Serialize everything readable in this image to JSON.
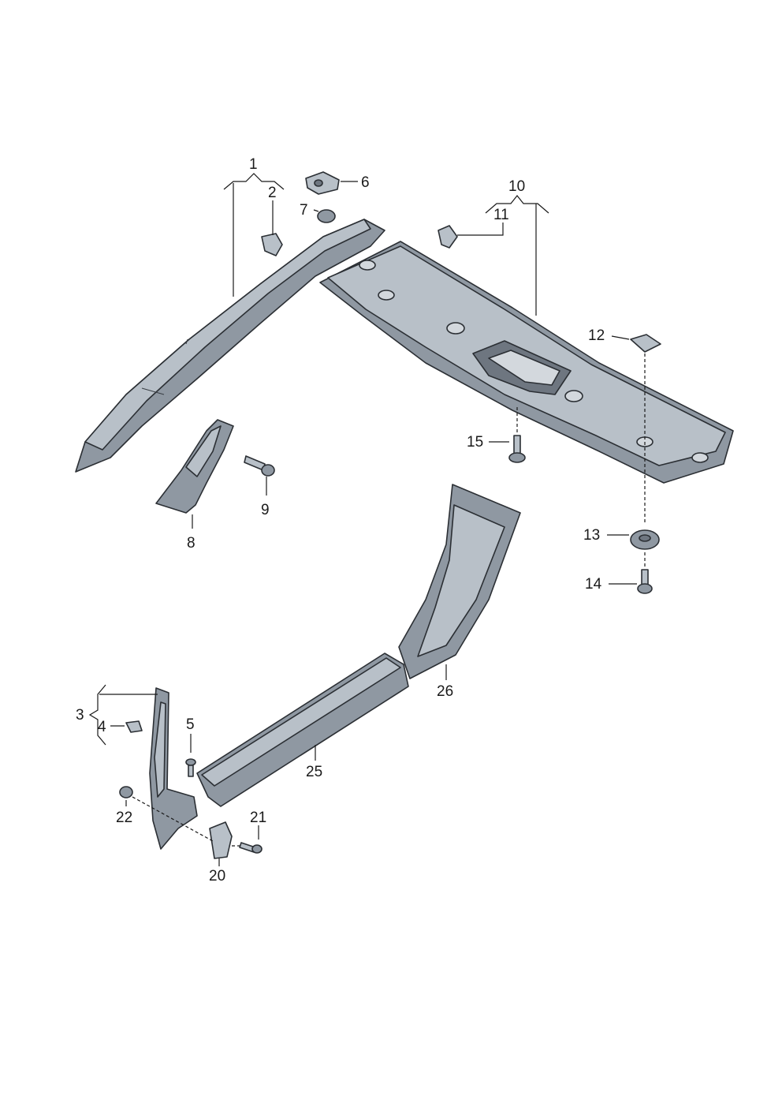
{
  "callouts": [
    {
      "id": "c1",
      "text": "1"
    },
    {
      "id": "c2",
      "text": "2"
    },
    {
      "id": "c3",
      "text": "3"
    },
    {
      "id": "c4",
      "text": "4"
    },
    {
      "id": "c5",
      "text": "5"
    },
    {
      "id": "c6",
      "text": "6"
    },
    {
      "id": "c7",
      "text": "7"
    },
    {
      "id": "c8",
      "text": "8"
    },
    {
      "id": "c9",
      "text": "9"
    },
    {
      "id": "c10",
      "text": "10"
    },
    {
      "id": "c11",
      "text": "11"
    },
    {
      "id": "c12",
      "text": "12"
    },
    {
      "id": "c13",
      "text": "13"
    },
    {
      "id": "c14",
      "text": "14"
    },
    {
      "id": "c15",
      "text": "15"
    },
    {
      "id": "c20",
      "text": "20"
    },
    {
      "id": "c21",
      "text": "21"
    },
    {
      "id": "c22",
      "text": "22"
    },
    {
      "id": "c25",
      "text": "25"
    },
    {
      "id": "c26",
      "text": "26"
    }
  ],
  "colors": {
    "outline": "#2b2f34",
    "part_fill": "#8f98a2",
    "background": "#ffffff"
  }
}
